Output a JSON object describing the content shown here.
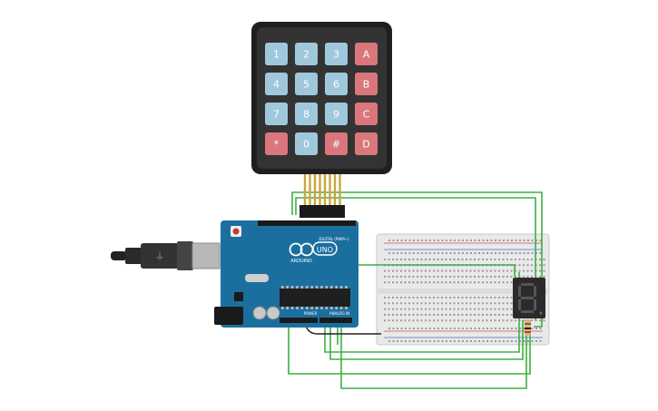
{
  "keypad": {
    "keys": [
      {
        "label": "1",
        "kind": "num"
      },
      {
        "label": "2",
        "kind": "num"
      },
      {
        "label": "3",
        "kind": "num"
      },
      {
        "label": "A",
        "kind": "letter"
      },
      {
        "label": "4",
        "kind": "num"
      },
      {
        "label": "5",
        "kind": "num"
      },
      {
        "label": "6",
        "kind": "num"
      },
      {
        "label": "B",
        "kind": "letter"
      },
      {
        "label": "7",
        "kind": "num"
      },
      {
        "label": "8",
        "kind": "num"
      },
      {
        "label": "9",
        "kind": "num"
      },
      {
        "label": "C",
        "kind": "letter"
      },
      {
        "label": "*",
        "kind": "letter"
      },
      {
        "label": "0",
        "kind": "num"
      },
      {
        "label": "#",
        "kind": "letter"
      },
      {
        "label": "D",
        "kind": "letter"
      }
    ],
    "colors": {
      "num": "#9fc8dc",
      "letter": "#d9777c",
      "body": "#333333"
    }
  },
  "arduino": {
    "logo_text": "ARDUINO",
    "model": "UNO",
    "digital_label": "DIGITAL (PWM~)",
    "power_label": "POWER",
    "analog_label": "ANALOG IN",
    "board_color": "#1b6f9e"
  },
  "wire_color": "#3cb043",
  "display": {
    "digit": "8"
  }
}
